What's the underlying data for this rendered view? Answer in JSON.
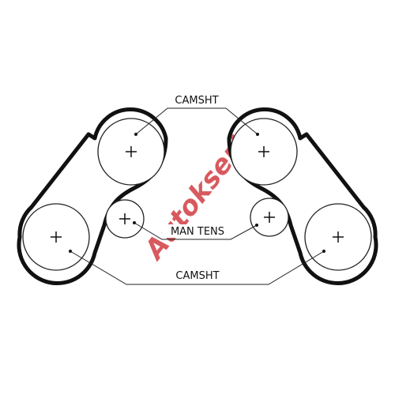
{
  "labels": {
    "camshaft_top": "CAMSHT",
    "tensioner": "MAN TENS",
    "camshaft_bottom": "CAMSHT"
  },
  "watermark": {
    "text": "Autoksert",
    "color": "#cc2229"
  },
  "colors": {
    "belt": "#111111",
    "pulley_outline": "#222222",
    "leader": "#222222"
  }
}
